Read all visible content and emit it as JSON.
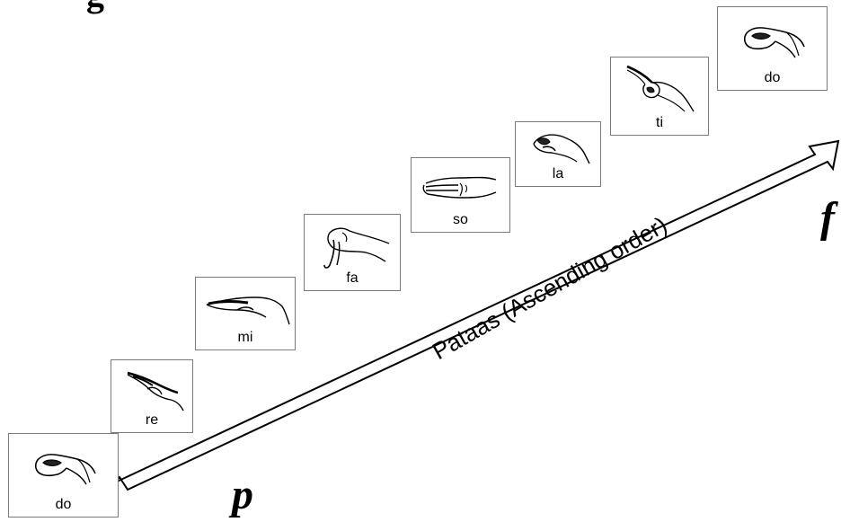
{
  "title_fragment": "g",
  "notes": [
    {
      "label": "do",
      "hand": "fist-icon"
    },
    {
      "label": "re",
      "hand": "flat-hand-down-icon"
    },
    {
      "label": "mi",
      "hand": "flat-hand-side-icon"
    },
    {
      "label": "fa",
      "hand": "thumb-down-icon"
    },
    {
      "label": "so",
      "hand": "open-palm-icon"
    },
    {
      "label": "la",
      "hand": "curved-hand-icon"
    },
    {
      "label": "ti",
      "hand": "pointing-up-icon"
    },
    {
      "label": "do",
      "hand": "fist-icon"
    }
  ],
  "arrow": {
    "label": "Pataas (Ascending order)"
  },
  "dynamics": {
    "start": "p",
    "end": "f"
  }
}
